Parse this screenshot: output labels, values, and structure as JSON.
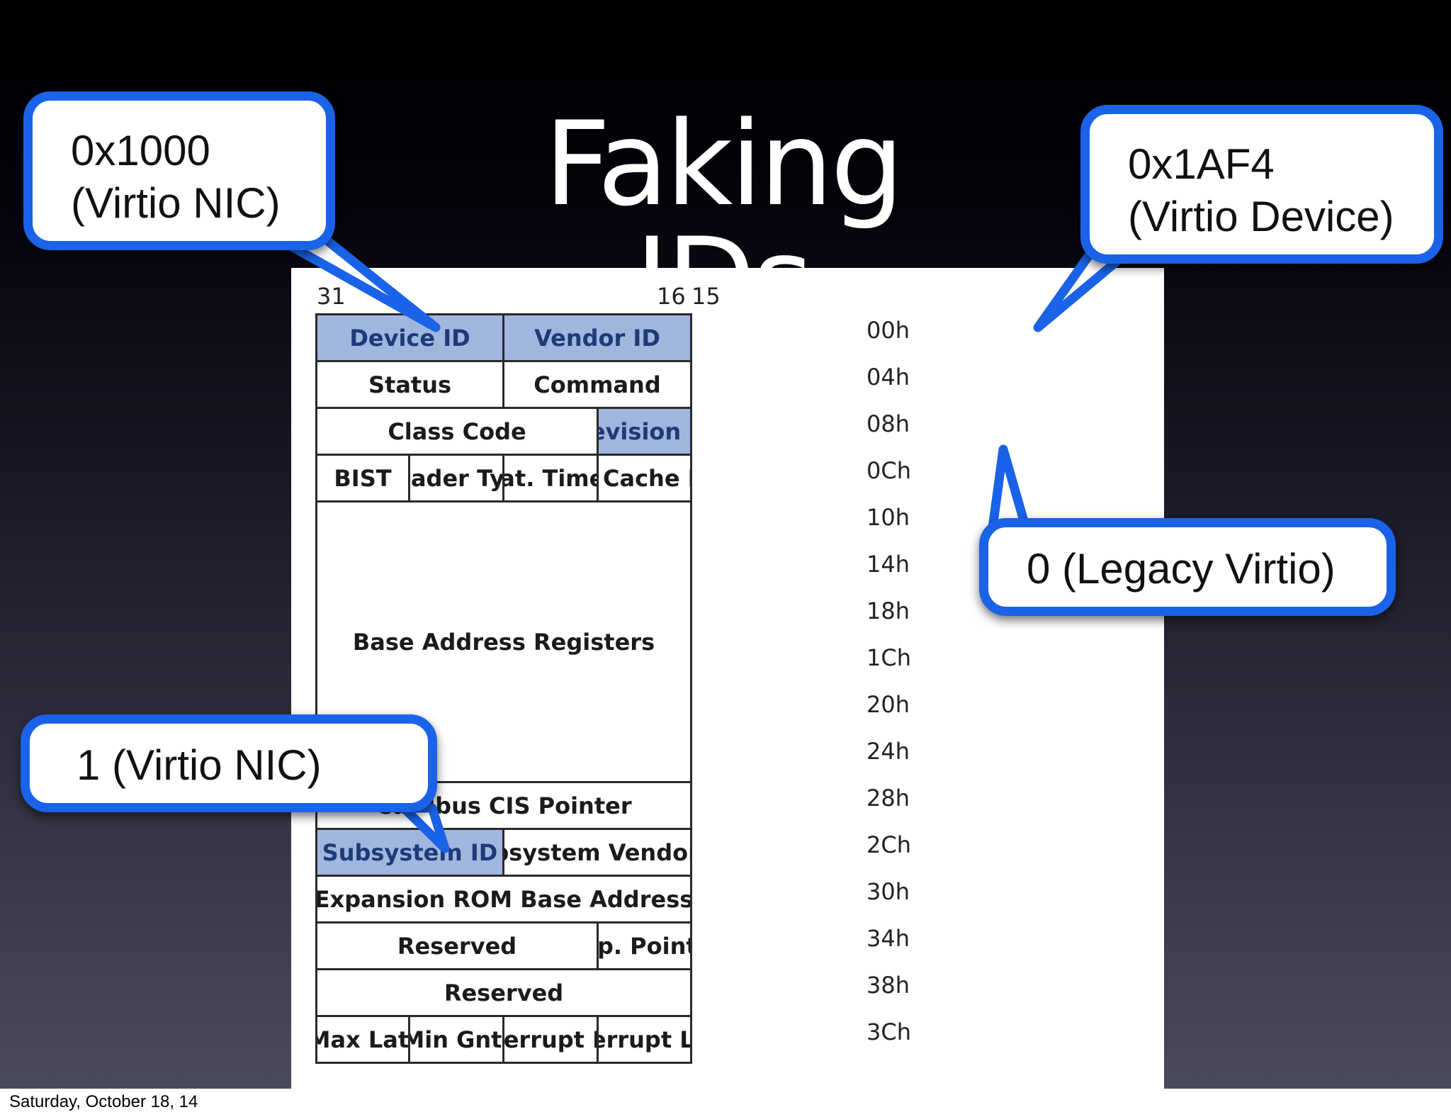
{
  "slide": {
    "title": "Faking IDs",
    "footer_date": "Saturday, October 18, 14"
  },
  "diagram": {
    "bit_labels": {
      "msb": "31",
      "mid_high": "16",
      "mid_low": "15"
    },
    "offsets": [
      "00h",
      "04h",
      "08h",
      "0Ch",
      "10h",
      "14h",
      "18h",
      "1Ch",
      "20h",
      "24h",
      "28h",
      "2Ch",
      "30h",
      "34h",
      "38h",
      "3Ch"
    ],
    "fields": {
      "device_id": "Device ID",
      "vendor_id": "Vendor ID",
      "status": "Status",
      "command": "Command",
      "class_code": "Class Code",
      "revision_id": "Revision ID",
      "bist": "BIST",
      "header_type": "Header Type",
      "lat_timer": "Lat. Timer",
      "cache_line": "Cache Line S.",
      "bars": "Base Address Registers",
      "cardbus": "Cardbus CIS Pointer",
      "subsystem_id": "Subsystem ID",
      "subsystem_vendor_id": "Subsystem Vendor ID",
      "expansion_rom": "Expansion ROM Base Address",
      "reserved_1": "Reserved",
      "cap_pointer": "Cap. Pointer",
      "reserved_2": "Reserved",
      "max_lat": "Max Lat.",
      "min_gnt": "Min Gnt.",
      "interrupt_pin": "Interrupt Pin",
      "interrupt_line": "Interrupt Line"
    },
    "highlight_color": "#a1b6df"
  },
  "callouts": {
    "device": {
      "line1": "0x1000",
      "line2": "(Virtio NIC)"
    },
    "vendor": {
      "line1": "0x1AF4",
      "line2": "(Virtio Device)"
    },
    "revision": {
      "line1": "0 (Legacy Virtio)"
    },
    "subsystem": {
      "line1": "1 (Virtio NIC)"
    },
    "border_color": "#1a63e8"
  }
}
